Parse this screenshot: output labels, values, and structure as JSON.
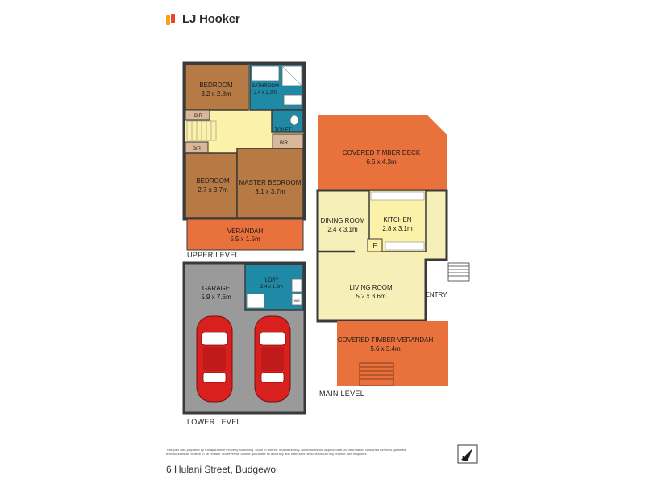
{
  "brand": {
    "name": "LJ Hooker",
    "mark_colors": [
      "#f5a21a",
      "#e8432f"
    ]
  },
  "address": "6 Hulani Street, Budgewoi",
  "disclaimer": "This plan was prepared by Encapsulation Property Marketing. Scale in metres. Indicative only. Dimensions are approximate. All information contained herein is gathered from sources we believe to be reliable. However we cannot guarantee its accuracy and interested persons should rely on their own enquiries.",
  "levels": {
    "upper": "UPPER LEVEL",
    "lower": "LOWER LEVEL",
    "main": "MAIN LEVEL"
  },
  "colors": {
    "bedroom": "#b87a45",
    "bathroom": "#1f8aa6",
    "hall": "#fcf1a8",
    "verandah": "#e8713c",
    "floor_light": "#f7efb8",
    "garage": "#9a9a9a",
    "car": "#d8201f",
    "bir": "#d8b79a",
    "wall": "#3a3a3a"
  },
  "rooms": {
    "bedroom1": {
      "name": "BEDROOM",
      "dims": "3.2 x 2.8m"
    },
    "bathroom": {
      "name": "BATHROOM",
      "dims": "2.4 x 2.3m"
    },
    "toilet": {
      "name": "TOILET"
    },
    "bir1": {
      "name": "BIR"
    },
    "bir2": {
      "name": "BIR"
    },
    "bir3": {
      "name": "BIR"
    },
    "bedroom2": {
      "name": "BEDROOM",
      "dims": "2.7 x 3.7m"
    },
    "master": {
      "name": "MASTER BEDROOM",
      "dims": "3.1 x 3.7m"
    },
    "verandah": {
      "name": "VERANDAH",
      "dims": "5.5 x 1.5m"
    },
    "garage": {
      "name": "GARAGE",
      "dims": "5.9 x 7.6m"
    },
    "laundry": {
      "name": "L'DRY",
      "dims": "2.4 x 1.3m"
    },
    "laundry_wm": {
      "name": "WM"
    },
    "deck": {
      "name": "COVERED TIMBER DECK",
      "dims": "6.5 x 4.3m"
    },
    "dining": {
      "name": "DINING ROOM",
      "dims": "2.4 x 3.1m"
    },
    "kitchen": {
      "name": "KITCHEN",
      "dims": "2.8 x 3.1m"
    },
    "fridge": {
      "name": "F"
    },
    "living": {
      "name": "LIVING ROOM",
      "dims": "5.2 x 3.6m"
    },
    "entry": {
      "name": "ENTRY"
    },
    "timber_verandah": {
      "name": "COVERED TIMBER VERANDAH",
      "dims": "5.6 x 3.4m"
    }
  },
  "compass": {
    "label": "N"
  }
}
